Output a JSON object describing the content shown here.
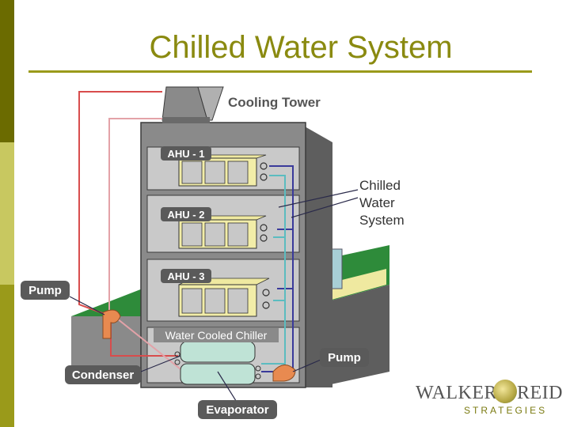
{
  "slide": {
    "title": "Chilled Water System"
  },
  "labels": {
    "cooling_tower": "Cooling Tower",
    "ahu1": "AHU - 1",
    "ahu2": "AHU - 2",
    "ahu3": "AHU - 3",
    "chilled_water_line1": "Chilled",
    "chilled_water_line2": "Water",
    "chilled_water_line3": "System",
    "pump_left": "Pump",
    "pump_right": "Pump",
    "water_cooled_chiller": "Water Cooled Chiller",
    "condenser": "Condenser",
    "evaporator": "Evaporator"
  },
  "logo": {
    "walker": "WALKER",
    "reid": "REID",
    "strategies": "STRATEGIES"
  },
  "colors": {
    "accent": "#9a9a1a",
    "building": "#8a8a8a",
    "building_dark": "#5e5e5e",
    "floor_bg": "#c9c9c9",
    "ground": "#2e8b3a",
    "ahu_body": "#f2eda8",
    "condenser_pipe_red": "#d84c4c",
    "condenser_pipe_pink": "#e3a2a8",
    "chilled_pipe_blue": "#3a3a9a",
    "chilled_pipe_teal": "#5bbcc0",
    "pump": "#e88a50",
    "label_bg": "#5a5a5a"
  }
}
